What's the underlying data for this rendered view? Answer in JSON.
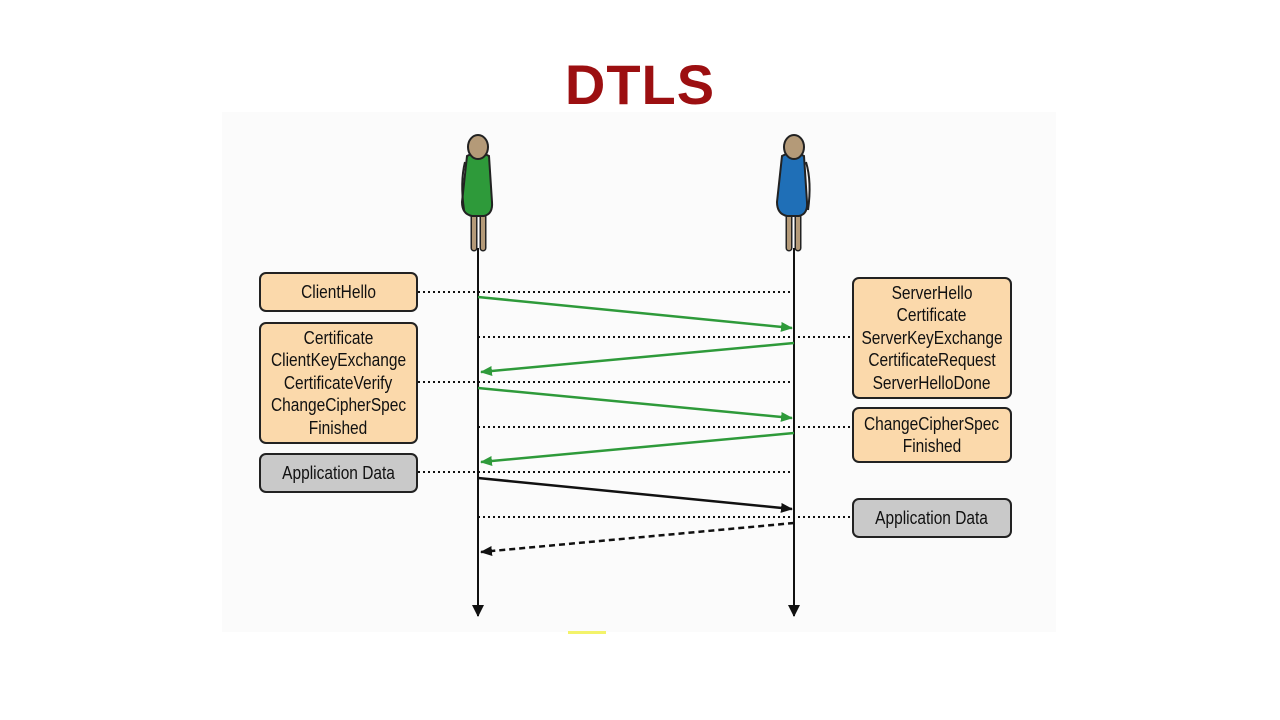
{
  "title": "DTLS",
  "client_messages": [
    {
      "lines": [
        "ClientHello"
      ],
      "kind": "handshake"
    },
    {
      "lines": [
        "Certificate",
        "ClientKeyExchange",
        "CertificateVerify",
        "ChangeCipherSpec",
        "Finished"
      ],
      "kind": "handshake"
    },
    {
      "lines": [
        "Application Data"
      ],
      "kind": "data"
    }
  ],
  "server_messages": [
    {
      "lines": [
        "ServerHello",
        "Certificate",
        "ServerKeyExchange",
        "CertificateRequest",
        "ServerHelloDone"
      ],
      "kind": "handshake"
    },
    {
      "lines": [
        "ChangeCipherSpec",
        "Finished"
      ],
      "kind": "handshake"
    },
    {
      "lines": [
        "Application Data"
      ],
      "kind": "data"
    }
  ],
  "participants": [
    {
      "role": "client",
      "color": "#2e9a3a"
    },
    {
      "role": "server",
      "color": "#1f6fb7"
    }
  ],
  "colors": {
    "handshake_box": "#fbd9ab",
    "data_box": "#c9c9c9",
    "handshake_arrow": "#2e9a3a",
    "data_arrow": "#111111",
    "title": "#9c0f11"
  }
}
